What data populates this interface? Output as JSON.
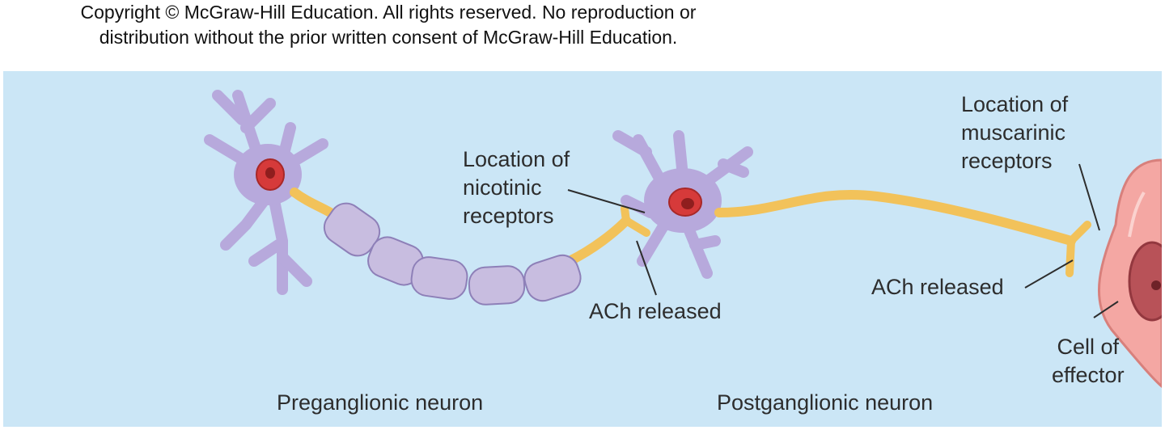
{
  "copyright": {
    "line1": "Copyright © McGraw-Hill Education. All rights reserved. No reproduction or",
    "line2": "distribution without the prior written consent of McGraw-Hill Education."
  },
  "labels": {
    "nicotinic": [
      "Location of",
      "nicotinic",
      "receptors"
    ],
    "muscarinic": [
      "Location of",
      "muscarinic",
      "receptors"
    ],
    "ach_released_1": "ACh released",
    "ach_released_2": "ACh released",
    "effector": [
      "Cell of",
      "effector"
    ],
    "preganglionic": "Preganglionic neuron",
    "postganglionic": "Postganglionic neuron"
  },
  "colors": {
    "background": "#cbe6f6",
    "neuron_body": "#b7a9dc",
    "nucleus": "#d63a3a",
    "axon": "#f2c25a",
    "myelin": "#c8bde0",
    "effector": "#f4a7a3"
  }
}
